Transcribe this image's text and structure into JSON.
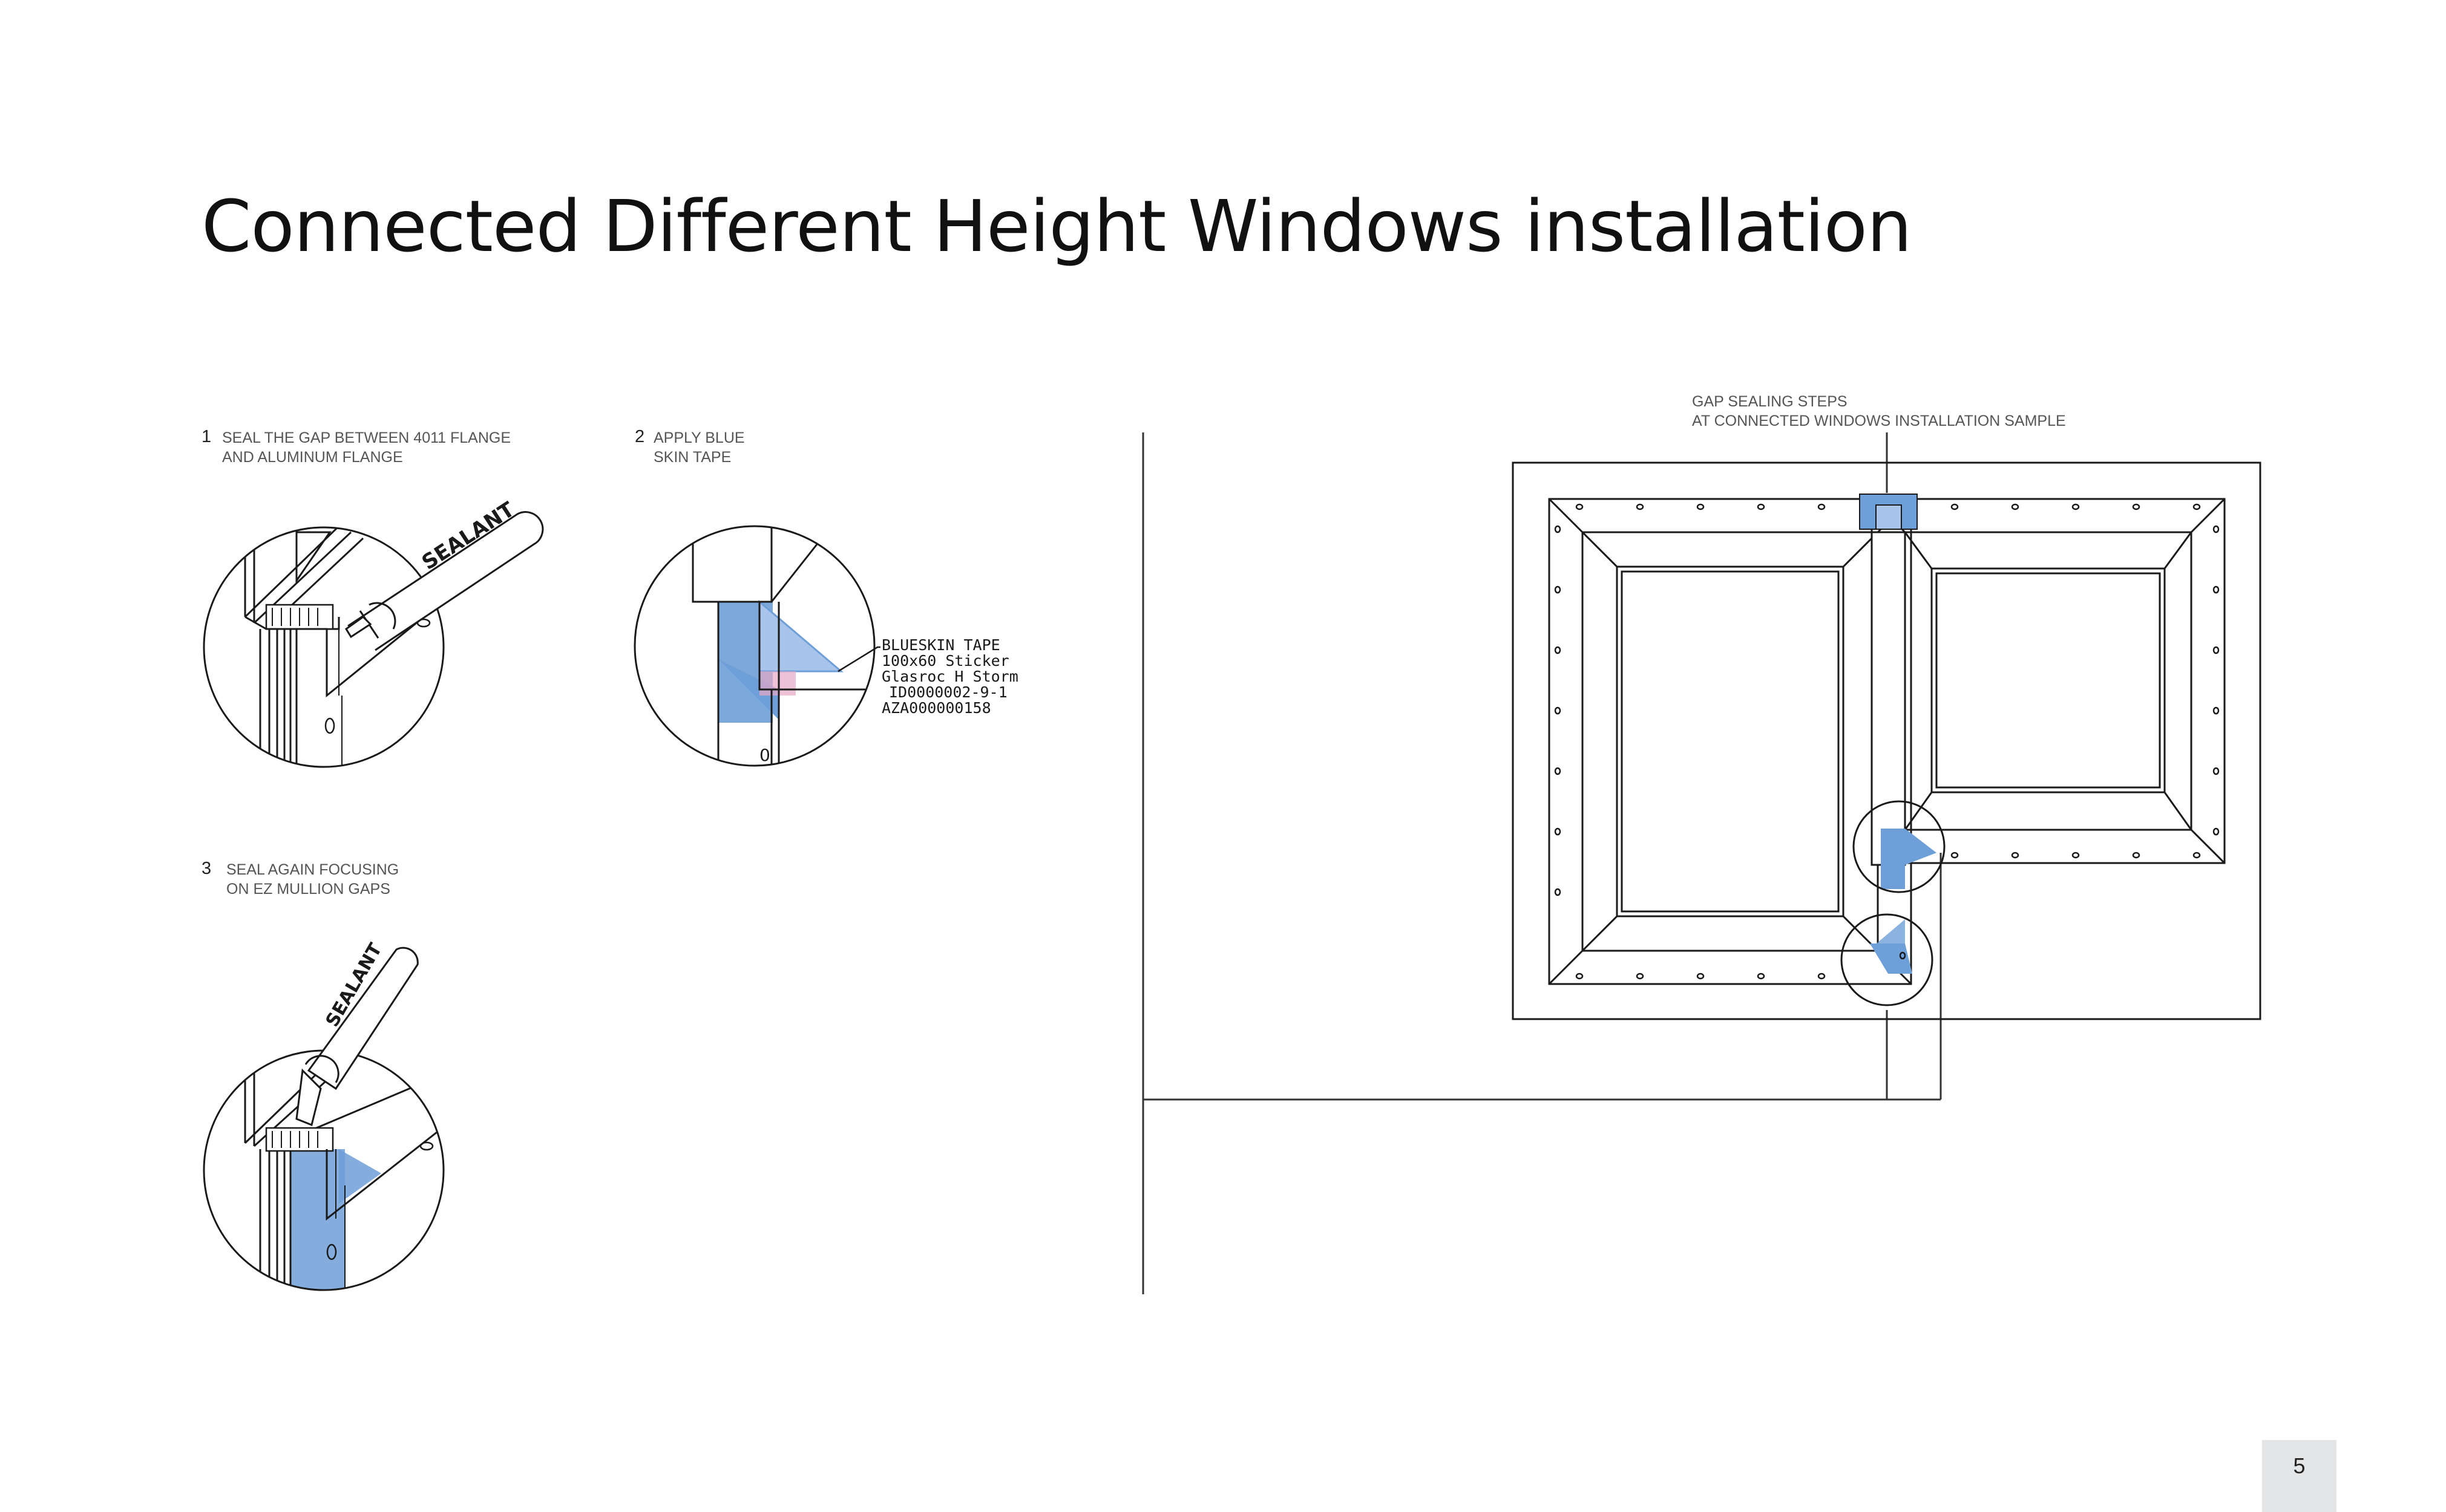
{
  "title": "Connected Different Height Windows installation",
  "steps": [
    {
      "number": "1",
      "text": "SEAL THE GAP BETWEEN 4011 FLANGE\nAND ALUMINUM FLANGE"
    },
    {
      "number": "2",
      "text": "APPLY BLUE\nSKIN TAPE"
    },
    {
      "number": "3",
      "text": "SEAL AGAIN FOCUSING\nON EZ MULLION GAPS"
    }
  ],
  "sealant_label": "SEALANT",
  "tape_label": {
    "lines": [
      "BLUESKIN TAPE",
      "100x60 Sticker",
      "Glasroc H Storm",
      "ID0000002-9-1",
      "AZA000000158"
    ]
  },
  "detail_marker": "0",
  "sample_caption": "GAP SEALING STEPS\nAT CONNECTED WINDOWS INSTALLATION SAMPLE",
  "page_number": "5",
  "colors": {
    "tape_blue": "#6f9fd8",
    "tape_blue_light": "#a9c4ea",
    "line": "#1a1a1a",
    "page_box": "#e4e5e7",
    "pink": "#e7a8c6"
  }
}
